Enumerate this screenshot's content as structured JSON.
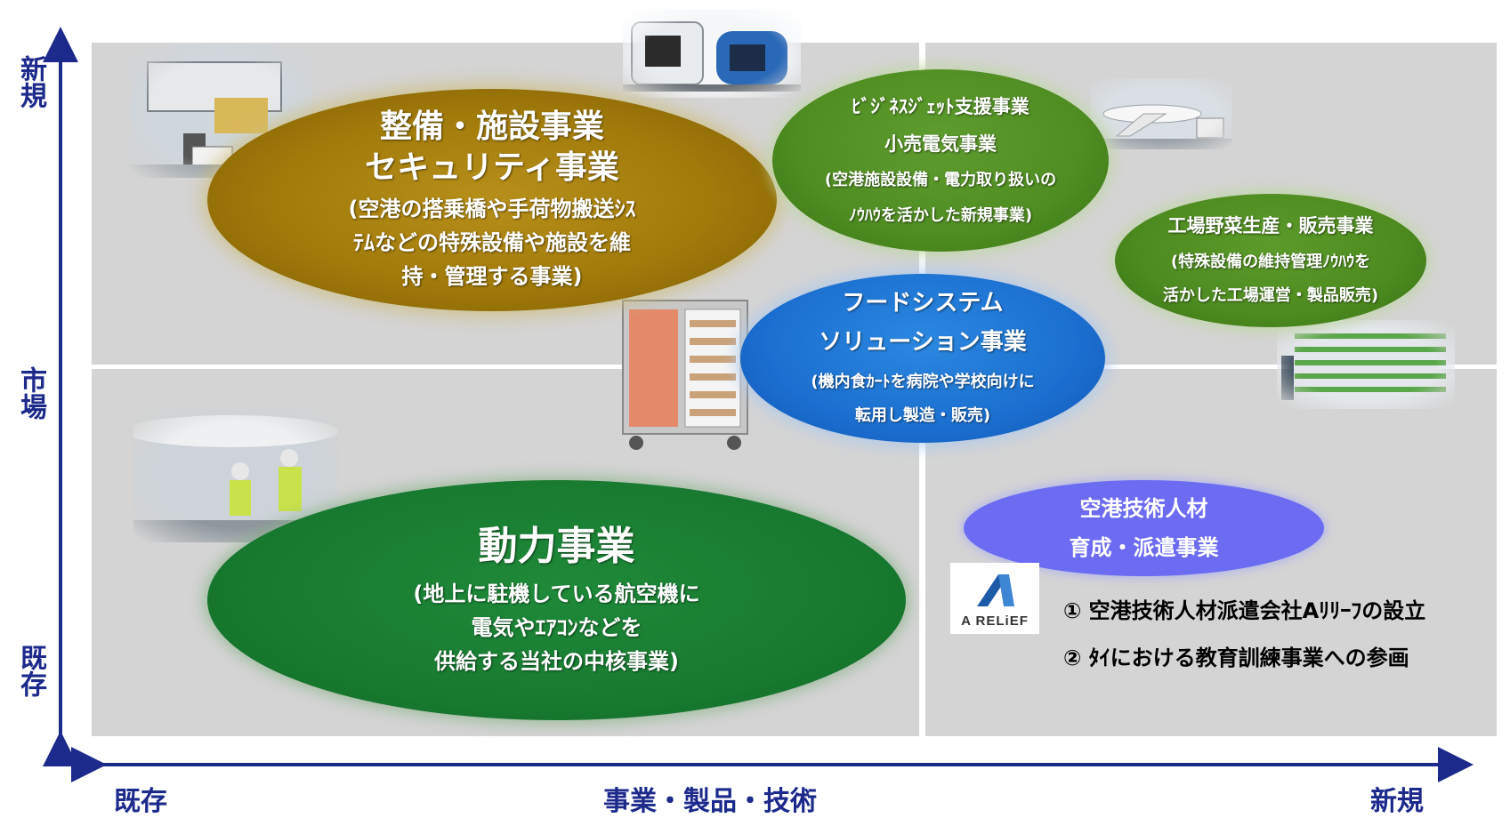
{
  "y_axis": {
    "top_label": "新規",
    "middle_label": "市場",
    "bottom_label": "既存"
  },
  "x_axis": {
    "left_label": "既存",
    "center_label": "事業・製品・技術",
    "right_label": "新規"
  },
  "ellipses": {
    "seibi": {
      "lines": [
        "整備・施設事業",
        "セキュリティ事業"
      ],
      "sub": [
        "(空港の搭乗橋や手荷物搬送ｼｽ",
        "ﾃﾑなどの特殊設備や施設を維",
        "持・管理する事業)"
      ]
    },
    "douryoku": {
      "lines": [
        "動力事業"
      ],
      "sub": [
        "(地上に駐機している航空機に",
        "電気やｴｱｺﾝなどを",
        "供給する当社の中核事業)"
      ]
    },
    "bizjet": {
      "lines": [
        "ﾋﾞｼﾞﾈｽｼﾞｪｯﾄ支援事業",
        "小売電気事業"
      ],
      "sub": [
        "(空港施設設備・電力取り扱いの",
        "ﾉｳﾊｳを活かした新規事業)"
      ]
    },
    "food": {
      "lines": [
        "フードシステム",
        "ソリューション事業"
      ],
      "sub": [
        "(機内食ｶｰﾄを病院や学校向けに",
        "転用し製造・販売)"
      ]
    },
    "koujou": {
      "lines": [
        "工場野菜生産・販売事業"
      ],
      "sub": [
        "(特殊設備の維持管理ﾉｳﾊｳを",
        "活かした工場運営・製品販売)"
      ]
    },
    "jinzai": {
      "lines": [
        "空港技術人材",
        "育成・派遣事業"
      ]
    }
  },
  "logo": {
    "text": "A RELiEF"
  },
  "notes": [
    "①  空港技術人材派遣会社Aﾘﾘｰﾌの設立",
    "②  ﾀｲにおける教育訓練事業への参画"
  ],
  "colors": {
    "axis": "#1c2a8c",
    "panel": "#d4d4d4",
    "seibi": "#a17a0a",
    "douryoku": "#187a30",
    "bizjet": "#4f8d22",
    "food": "#1b6fd0",
    "jinzai": "#6b6cf2"
  }
}
